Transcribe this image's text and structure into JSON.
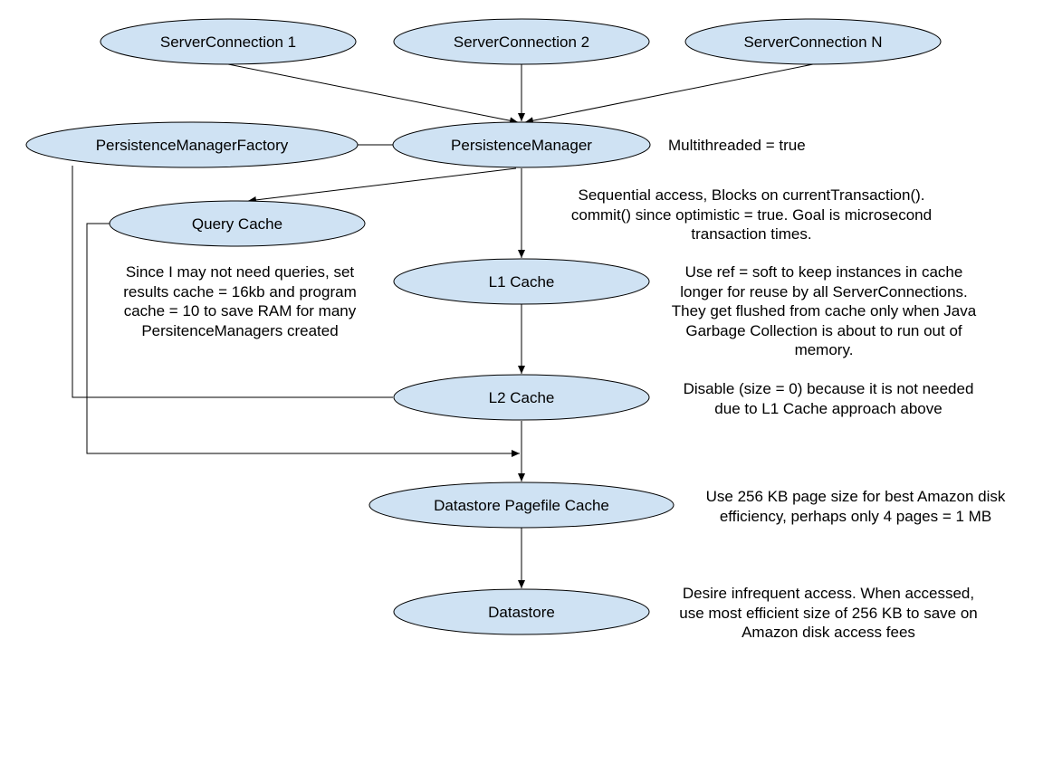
{
  "diagram": {
    "nodes": {
      "server_connection_1": "ServerConnection 1",
      "server_connection_2": "ServerConnection 2",
      "server_connection_n": "ServerConnection N",
      "persistence_manager_factory": "PersistenceManagerFactory",
      "persistence_manager": "PersistenceManager",
      "query_cache": "Query Cache",
      "l1_cache": "L1 Cache",
      "l2_cache": "L2 Cache",
      "datastore_pagefile_cache": "Datastore Pagefile Cache",
      "datastore": "Datastore"
    },
    "notes": {
      "multithreaded": "Multithreaded = true",
      "sequential_access": [
        "Sequential access, Blocks on currentTransaction().",
        "commit() since optimistic = true.  Goal is microsecond",
        "transaction times."
      ],
      "query_cache_note": [
        "Since I may not need queries, set",
        "results cache = 16kb and program",
        "cache = 10 to save RAM for many",
        "PersitenceManagers created"
      ],
      "l1_cache_note": [
        "Use ref = soft to keep instances in cache",
        "longer for reuse by all ServerConnections.",
        "They get flushed from cache only when Java",
        "Garbage Collection is about to run out of",
        "memory."
      ],
      "l2_cache_note": [
        "Disable (size = 0) because it is not needed",
        "due to L1 Cache approach above"
      ],
      "pagefile_note": [
        "Use 256 KB page size for best Amazon disk",
        "efficiency, perhaps only 4 pages = 1 MB"
      ],
      "datastore_note": [
        "Desire infrequent access.  When accessed,",
        "use most efficient size of 256 KB to save on",
        "Amazon disk access fees"
      ]
    },
    "colors": {
      "node_fill": "#cfe2f3",
      "stroke": "#000000"
    }
  }
}
